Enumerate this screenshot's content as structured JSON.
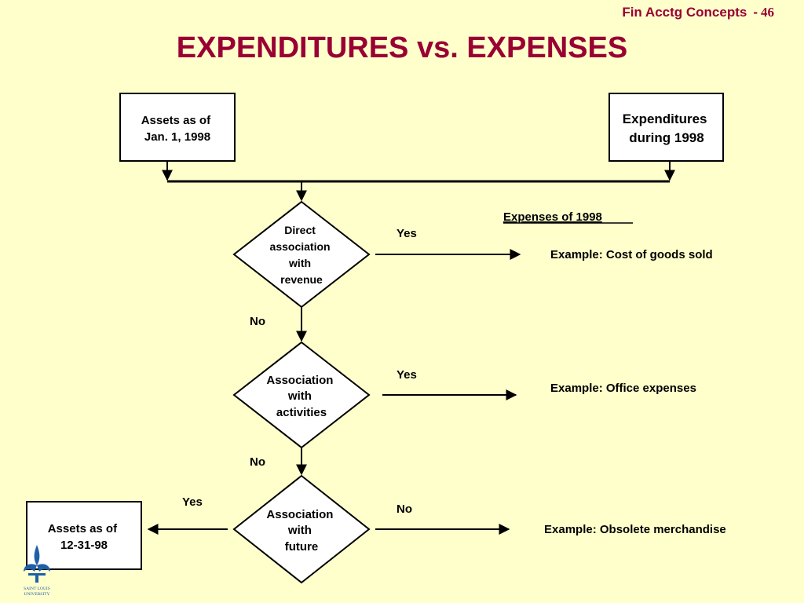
{
  "header": {
    "course": "Fin Acctg Concepts",
    "separator": "-",
    "page": "46"
  },
  "title": "EXPENDITURES vs. EXPENSES",
  "boxes": {
    "assets_start": [
      "Assets as of",
      "Jan. 1, 1998"
    ],
    "expenditures": [
      "Expenditures",
      "during 1998"
    ],
    "assets_end": [
      "Assets as of",
      "12-31-98"
    ]
  },
  "decisions": {
    "d1": [
      "Direct",
      "association",
      "with",
      "revenue"
    ],
    "d2": [
      "Association",
      "with",
      "activities"
    ],
    "d3": [
      "Association",
      "with",
      "future"
    ]
  },
  "labels": {
    "yes": "Yes",
    "no": "No",
    "expenses_heading": "Expenses of 1998",
    "example1": "Example: Cost of goods sold",
    "example2": "Example: Office expenses",
    "example3": "Example: Obsolete merchandise"
  },
  "logo": {
    "text_line1": "SAINT LOUIS",
    "text_line2": "UNIVERSITY"
  },
  "colors": {
    "background": "#ffffcc",
    "accent": "#990033",
    "logo_blue": "#1f5fa8"
  }
}
